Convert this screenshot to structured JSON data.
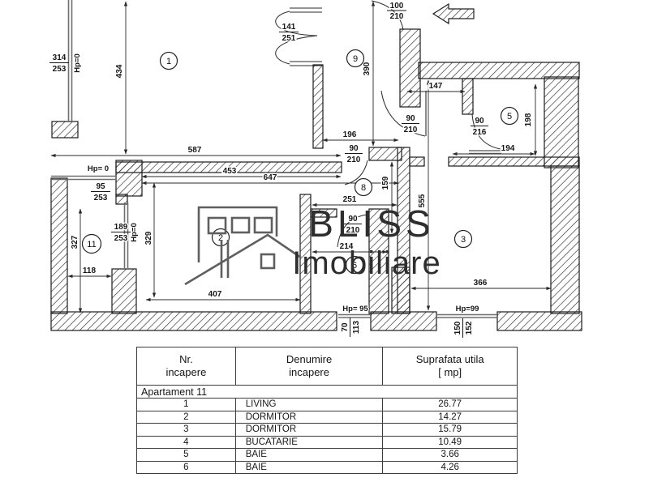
{
  "logo": {
    "brand_top": "BLISS",
    "brand_bottom": "Imobiliare"
  },
  "plan": {
    "rooms": {
      "r1": "1",
      "r2": "2",
      "r3": "3",
      "r5": "5",
      "r6": "6",
      "r8": "8",
      "r9": "9",
      "r11": "11"
    },
    "dims": {
      "d434": "434",
      "d390": "390",
      "d587": "587",
      "d453": "453",
      "d647": "647",
      "d147": "147",
      "d196": "196",
      "d198": "198",
      "d194": "194",
      "d555": "555",
      "d366": "366",
      "d159": "159",
      "d251": "251",
      "d214": "214",
      "d407": "407",
      "d329": "329",
      "d327": "327",
      "d118": "118"
    },
    "openings": {
      "win_left_top": {
        "num": "314",
        "den": "253",
        "hp": "Hp=0"
      },
      "door_double": {
        "num": "141",
        "den": "251"
      },
      "door_entry_top": {
        "num": "100",
        "den": "210"
      },
      "door_entry": {
        "num": "90",
        "den": "210"
      },
      "door_bath5": {
        "num": "90",
        "den": "216"
      },
      "door_hall_room2": {
        "num": "90",
        "den": "210"
      },
      "door_hall_bath6": {
        "num": "90",
        "den": "210"
      },
      "win_left_mid": {
        "num": "95",
        "den": "253",
        "hp": "Hp= 0"
      },
      "win_room2": {
        "num": "189",
        "den": "253",
        "hp": "Hp=0"
      },
      "win_bath6": {
        "num": "70",
        "den": "113",
        "hp": "Hp= 95"
      },
      "win_room3": {
        "num": "150",
        "den": "152",
        "hp": "Hp=99"
      }
    }
  },
  "table": {
    "headers": {
      "col1_line1": "Nr.",
      "col1_line2": "incapere",
      "col2_line1": "Denumire",
      "col2_line2": "incapere",
      "col3_line1": "Suprafata utila",
      "col3_line2": "[ mp]"
    },
    "section": "Apartament 11",
    "rows": [
      {
        "nr": "1",
        "name": "LIVING",
        "area": "26.77"
      },
      {
        "nr": "2",
        "name": "DORMITOR",
        "area": "14.27"
      },
      {
        "nr": "3",
        "name": "DORMITOR",
        "area": "15.79"
      },
      {
        "nr": "4",
        "name": "BUCATARIE",
        "area": "10.49"
      },
      {
        "nr": "5",
        "name": "BAIE",
        "area": "3.66"
      },
      {
        "nr": "6",
        "name": "BAIE",
        "area": "4.26"
      }
    ]
  }
}
